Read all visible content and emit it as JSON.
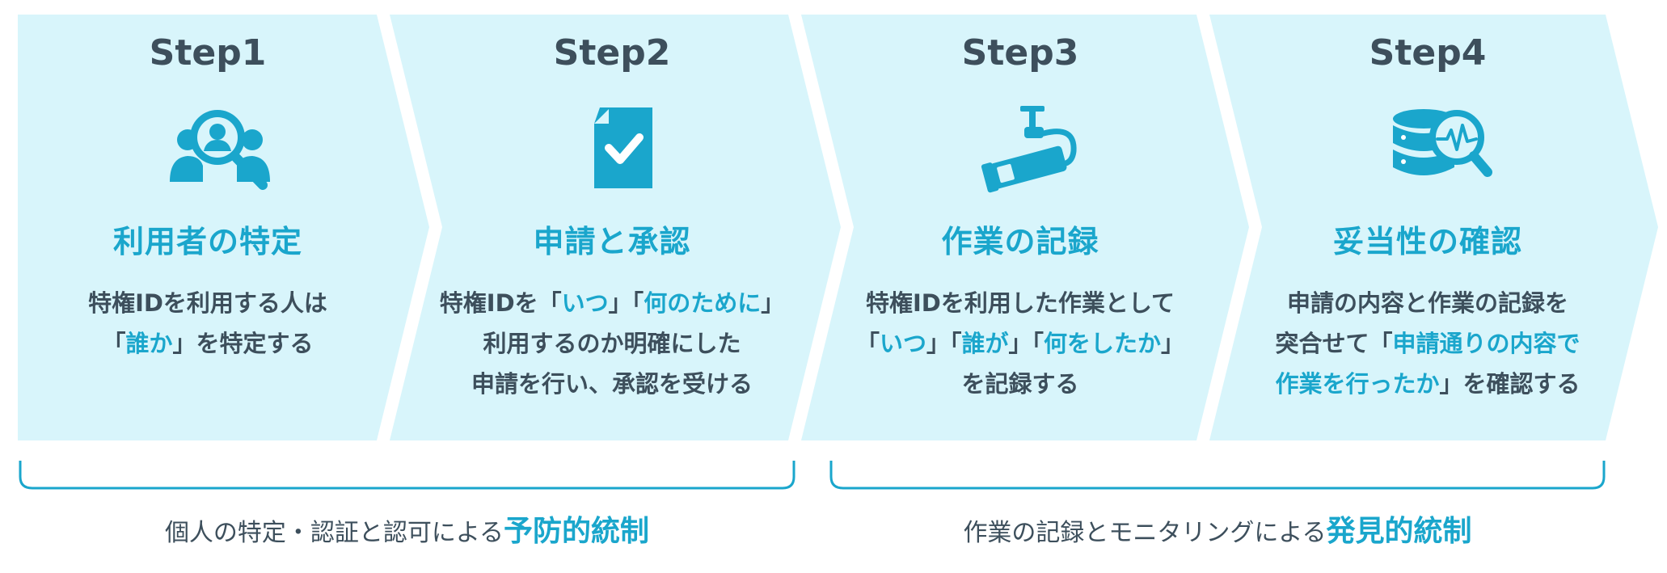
{
  "colors": {
    "panel": "#d8f5fb",
    "accent": "#1aa6cc",
    "text": "#3d4f5c"
  },
  "steps": [
    {
      "title": "Step1",
      "icon": "user-search-icon",
      "heading": "利用者の特定",
      "desc": [
        [
          {
            "t": "特権IDを利用する人は"
          }
        ],
        [
          {
            "t": "「"
          },
          {
            "t": "誰か",
            "hl": true
          },
          {
            "t": "」を特定する"
          }
        ]
      ]
    },
    {
      "title": "Step2",
      "icon": "document-check-icon",
      "heading": "申請と承認",
      "desc": [
        [
          {
            "t": "特権IDを「"
          },
          {
            "t": "いつ",
            "hl": true
          },
          {
            "t": "」「"
          },
          {
            "t": "何のために",
            "hl": true
          },
          {
            "t": "」"
          }
        ],
        [
          {
            "t": "利用するのか明確にした"
          }
        ],
        [
          {
            "t": "申請を行い、承認を受ける"
          }
        ]
      ]
    },
    {
      "title": "Step3",
      "icon": "security-camera-icon",
      "heading": "作業の記録",
      "desc": [
        [
          {
            "t": "特権IDを利用した作業として"
          }
        ],
        [
          {
            "t": "「"
          },
          {
            "t": "いつ",
            "hl": true
          },
          {
            "t": "」「"
          },
          {
            "t": "誰が",
            "hl": true
          },
          {
            "t": "」「"
          },
          {
            "t": "何をしたか",
            "hl": true
          },
          {
            "t": "」"
          }
        ],
        [
          {
            "t": "を記録する"
          }
        ]
      ]
    },
    {
      "title": "Step4",
      "icon": "database-search-icon",
      "heading": "妥当性の確認",
      "desc": [
        [
          {
            "t": "申請の内容と作業の記録を"
          }
        ],
        [
          {
            "t": "突合せて「"
          },
          {
            "t": "申請通りの内容で",
            "hl": true
          }
        ],
        [
          {
            "t": "作業を行ったか",
            "hl": true
          },
          {
            "t": "」を確認する"
          }
        ]
      ]
    }
  ],
  "controls": [
    {
      "prefix": "個人の特定・認証と認可による",
      "strong": "予防的統制"
    },
    {
      "prefix": "作業の記録とモニタリングによる",
      "strong": "発見的統制"
    }
  ]
}
